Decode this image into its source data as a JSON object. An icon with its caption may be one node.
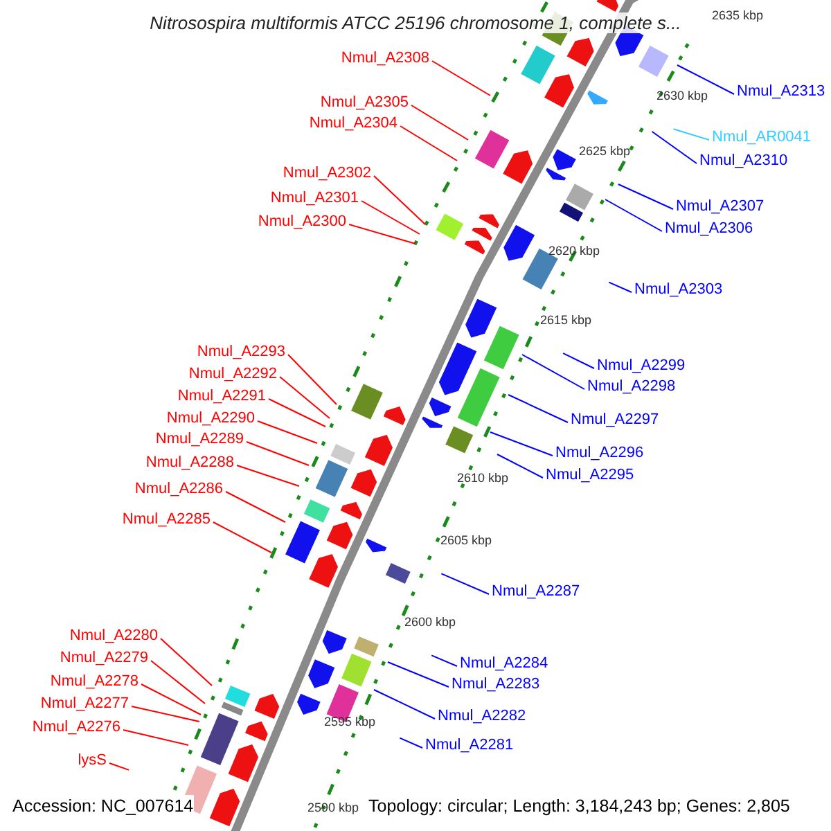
{
  "diagram": {
    "title": "Nitrosospira multiformis ATCC 25196 chromosome 1, complete s...",
    "nodes": [
      {
        "text": [
          "Nmul_A2308"
        ]
      },
      {
        "text": [
          "Nmul_A2313"
        ]
      },
      {
        "text": [
          "Nmul_A2305"
        ]
      },
      {
        "text": [
          "Nmul_A2304"
        ]
      },
      {
        "text": [
          "Nmul_AR0041"
        ]
      },
      {
        "text": [
          "Nmul_A2310"
        ]
      },
      {
        "text": [
          "Nmul_A2302"
        ]
      },
      {
        "text": [
          "Nmul_A2301"
        ]
      },
      {
        "text": [
          "Nmul_A2307"
        ]
      },
      {
        "text": [
          "Nmul_A2300"
        ]
      },
      {
        "text": [
          "Nmul_A2306"
        ]
      },
      {
        "text": [
          "Nmul_A2303"
        ]
      },
      {
        "text": [
          "Nmul_A2293"
        ]
      },
      {
        "text": [
          "Nmul_A2299"
        ]
      },
      {
        "text": [
          "Nmul_A2292"
        ]
      },
      {
        "text": [
          "Nmul_A2298"
        ]
      },
      {
        "text": [
          "Nmul_A2291"
        ]
      },
      {
        "text": [
          "Nmul_A2290"
        ]
      },
      {
        "text": [
          "Nmul_A2297"
        ]
      },
      {
        "text": [
          "Nmul_A2289"
        ]
      },
      {
        "text": [
          "Nmul_A2296"
        ]
      },
      {
        "text": [
          "Nmul_A2288"
        ]
      },
      {
        "text": [
          "Nmul_A2295"
        ]
      },
      {
        "text": [
          "Nmul_A2286"
        ]
      },
      {
        "text": [
          "Nmul_A2285"
        ]
      },
      {
        "text": [
          "Nmul_A2287"
        ]
      },
      {
        "text": [
          "Nmul_A2280"
        ]
      },
      {
        "text": [
          "Nmul_A2279"
        ]
      },
      {
        "text": [
          "Nmul_A2284"
        ]
      },
      {
        "text": [
          "Nmul_A2278"
        ]
      },
      {
        "text": [
          "Nmul_A2283"
        ]
      },
      {
        "text": [
          "Nmul_A2277"
        ]
      },
      {
        "text": [
          "Nmul_A2282"
        ]
      },
      {
        "text": [
          "Nmul_A2276"
        ]
      },
      {
        "text": [
          "Nmul_A2281"
        ]
      },
      {
        "text": [
          "lysS"
        ]
      }
    ],
    "edges": [
      {
        "from": 0,
        "to": null,
        "arrow": "none"
      },
      {
        "from": 1,
        "to": null,
        "arrow": "none",
        "color": "#0000ff"
      },
      {
        "from": 2,
        "to": null,
        "arrow": "none"
      },
      {
        "from": 3,
        "to": null,
        "arrow": "none"
      },
      {
        "from": 4,
        "to": null,
        "arrow": "none",
        "color": "#33ccff"
      },
      {
        "from": 5,
        "to": null,
        "arrow": "none",
        "color": "#0000ff"
      },
      {
        "from": 6,
        "to": null,
        "arrow": "none"
      },
      {
        "from": 7,
        "to": null,
        "arrow": "none"
      },
      {
        "from": 8,
        "to": null,
        "arrow": "none",
        "color": "#0000ff"
      },
      {
        "from": 9,
        "to": null,
        "arrow": "none"
      },
      {
        "from": 10,
        "to": null,
        "arrow": "none",
        "color": "#0000ff"
      },
      {
        "from": 11,
        "to": null,
        "arrow": "none",
        "color": "#0000ff"
      },
      {
        "from": 12,
        "to": null,
        "arrow": "none"
      },
      {
        "from": 13,
        "to": null,
        "arrow": "none",
        "color": "#0000ff"
      },
      {
        "from": 14,
        "to": null,
        "arrow": "none"
      },
      {
        "from": 15,
        "to": null,
        "arrow": "none",
        "color": "#0000ff"
      },
      {
        "from": 16,
        "to": null,
        "arrow": "none"
      },
      {
        "from": 17,
        "to": null,
        "arrow": "none"
      },
      {
        "from": 18,
        "to": null,
        "arrow": "none",
        "color": "#0000ff"
      },
      {
        "from": 19,
        "to": null,
        "arrow": "none"
      },
      {
        "from": 20,
        "to": null,
        "arrow": "none",
        "color": "#0000ff"
      },
      {
        "from": 21,
        "to": null,
        "arrow": "none"
      },
      {
        "from": 22,
        "to": null,
        "arrow": "none",
        "color": "#0000ff"
      },
      {
        "from": 23,
        "to": null,
        "arrow": "none"
      },
      {
        "from": 24,
        "to": null,
        "arrow": "none"
      },
      {
        "from": 25,
        "to": null,
        "arrow": "none",
        "color": "#0000ff"
      },
      {
        "from": 26,
        "to": null,
        "arrow": "none"
      },
      {
        "from": 27,
        "to": null,
        "arrow": "none"
      },
      {
        "from": 28,
        "to": null,
        "arrow": "none",
        "color": "#0000ff"
      },
      {
        "from": 29,
        "to": null,
        "arrow": "none"
      },
      {
        "from": 30,
        "to": null,
        "arrow": "none",
        "color": "#0000ff"
      },
      {
        "from": 31,
        "to": null,
        "arrow": "none"
      },
      {
        "from": 32,
        "to": null,
        "arrow": "none",
        "color": "#0000ff"
      },
      {
        "from": 33,
        "to": null,
        "arrow": "none"
      },
      {
        "from": 34,
        "to": null,
        "arrow": "none",
        "color": "#0000ff"
      },
      {
        "from": 35,
        "to": null,
        "arrow": "none"
      }
    ],
    "labels": [
      "2635 kbp",
      "2630 kbp",
      "2625 kbp",
      "2620 kbp",
      "2615 kbp",
      "2610 kbp",
      "2605 kbp",
      "2600 kbp",
      "2595 kbp",
      "Accession: NC_007614",
      "2590 kbp",
      "Topology: circular; Length: 3,184,243 bp; Genes: 2,805"
    ]
  }
}
